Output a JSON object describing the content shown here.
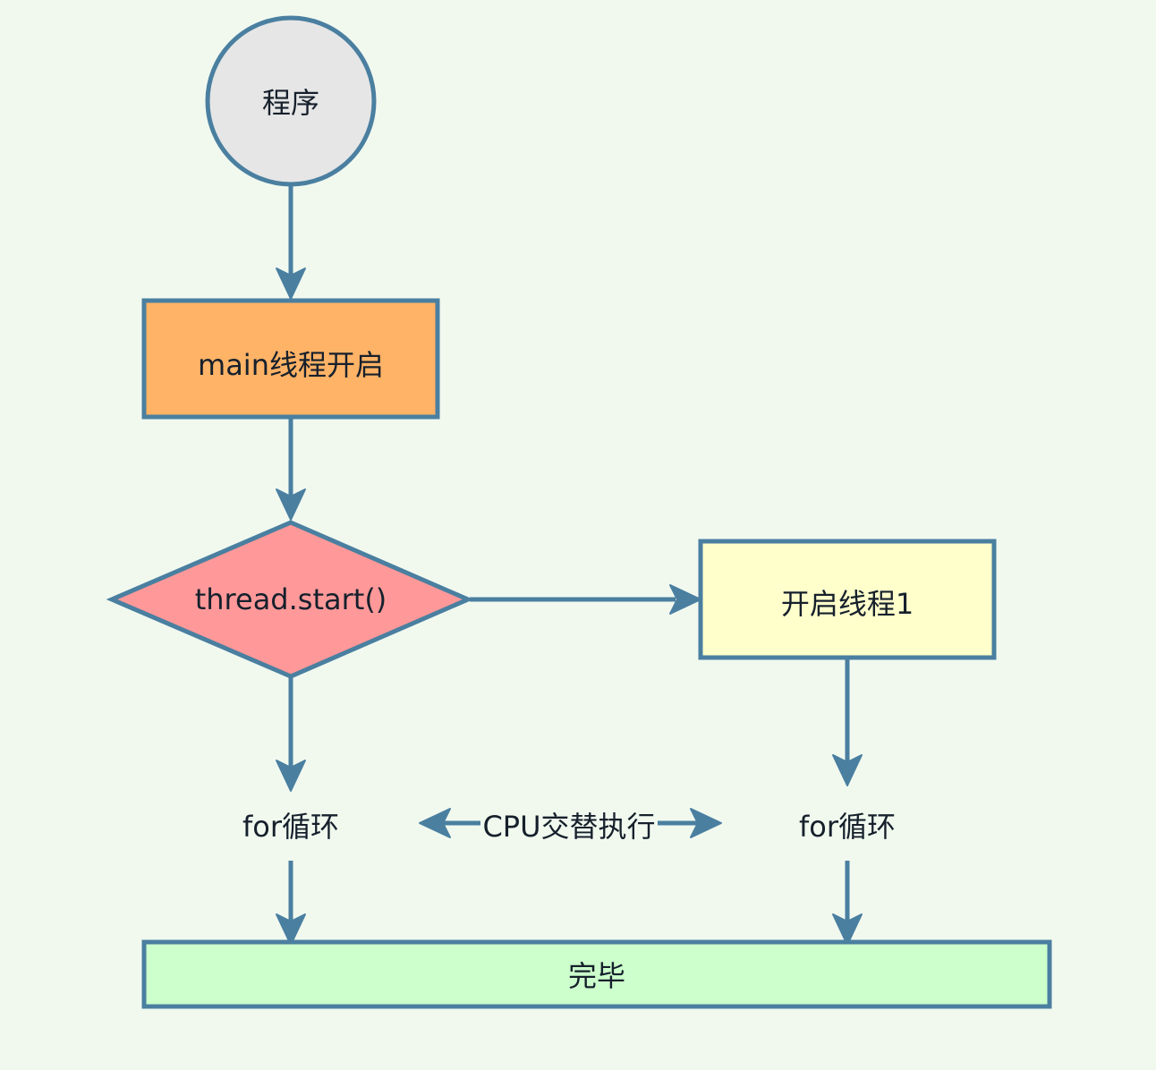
{
  "nodes": {
    "start": "程序",
    "main_thread": "main线程开启",
    "decision": "thread.start()",
    "thread1": "开启线程1",
    "loop_left": "for循环",
    "loop_right": "for循环",
    "end": "完毕"
  },
  "edges": {
    "cpu_label": "CPU交替执行"
  },
  "colors": {
    "background": "#f1f9ef",
    "stroke": "#4a7fa0",
    "start_fill": "#e6e6e6",
    "main_fill": "#ffb366",
    "decision_fill": "#ff9999",
    "thread1_fill": "#ffffcc",
    "end_fill": "#ccffcc"
  }
}
